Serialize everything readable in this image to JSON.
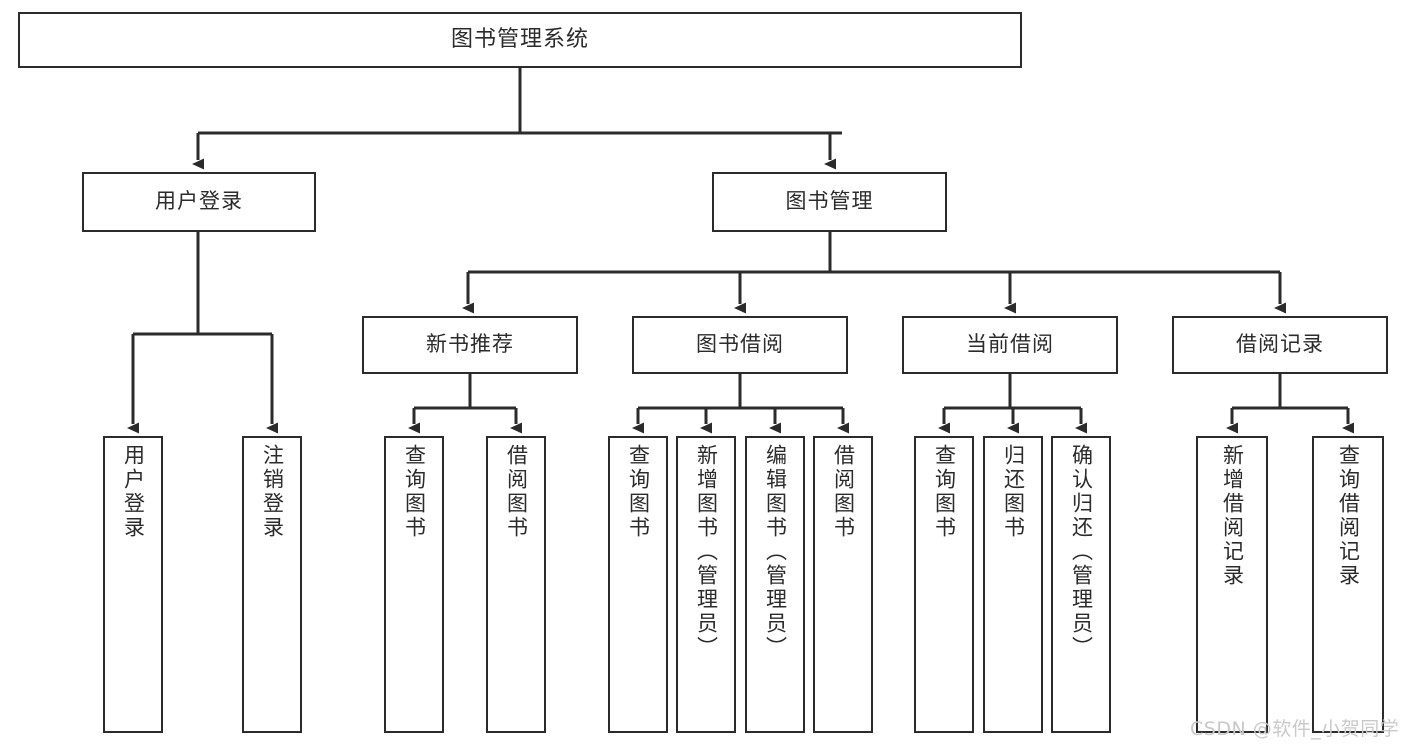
{
  "diagram": {
    "type": "tree-hierarchy-chart",
    "title": "图书管理系统",
    "line_color": "#2b2b2b",
    "box_fill": "#ffffff",
    "text_color": "#2b2b2b",
    "root": {
      "label": "图书管理系统"
    },
    "level2": [
      {
        "label": "用户登录"
      },
      {
        "label": "图书管理"
      }
    ],
    "level3": [
      {
        "label": "新书推荐"
      },
      {
        "label": "图书借阅"
      },
      {
        "label": "当前借阅"
      },
      {
        "label": "借阅记录"
      }
    ],
    "leaves": {
      "user_login": [
        {
          "label": "用户登录"
        },
        {
          "label": "注销登录"
        }
      ],
      "new_book_recommend": [
        {
          "label": "查询图书"
        },
        {
          "label": "借阅图书"
        }
      ],
      "book_borrow": [
        {
          "label": "查询图书"
        },
        {
          "label": "新增图书（管理员）"
        },
        {
          "label": "编辑图书（管理员）"
        },
        {
          "label": "借阅图书"
        }
      ],
      "current_borrow": [
        {
          "label": "查询图书"
        },
        {
          "label": "归还图书"
        },
        {
          "label": "确认归还（管理员）"
        }
      ],
      "borrow_record": [
        {
          "label": "新增借阅记录"
        },
        {
          "label": "查询借阅记录"
        }
      ]
    }
  },
  "watermark": {
    "text": "CSDN @软件_小贺同学"
  }
}
